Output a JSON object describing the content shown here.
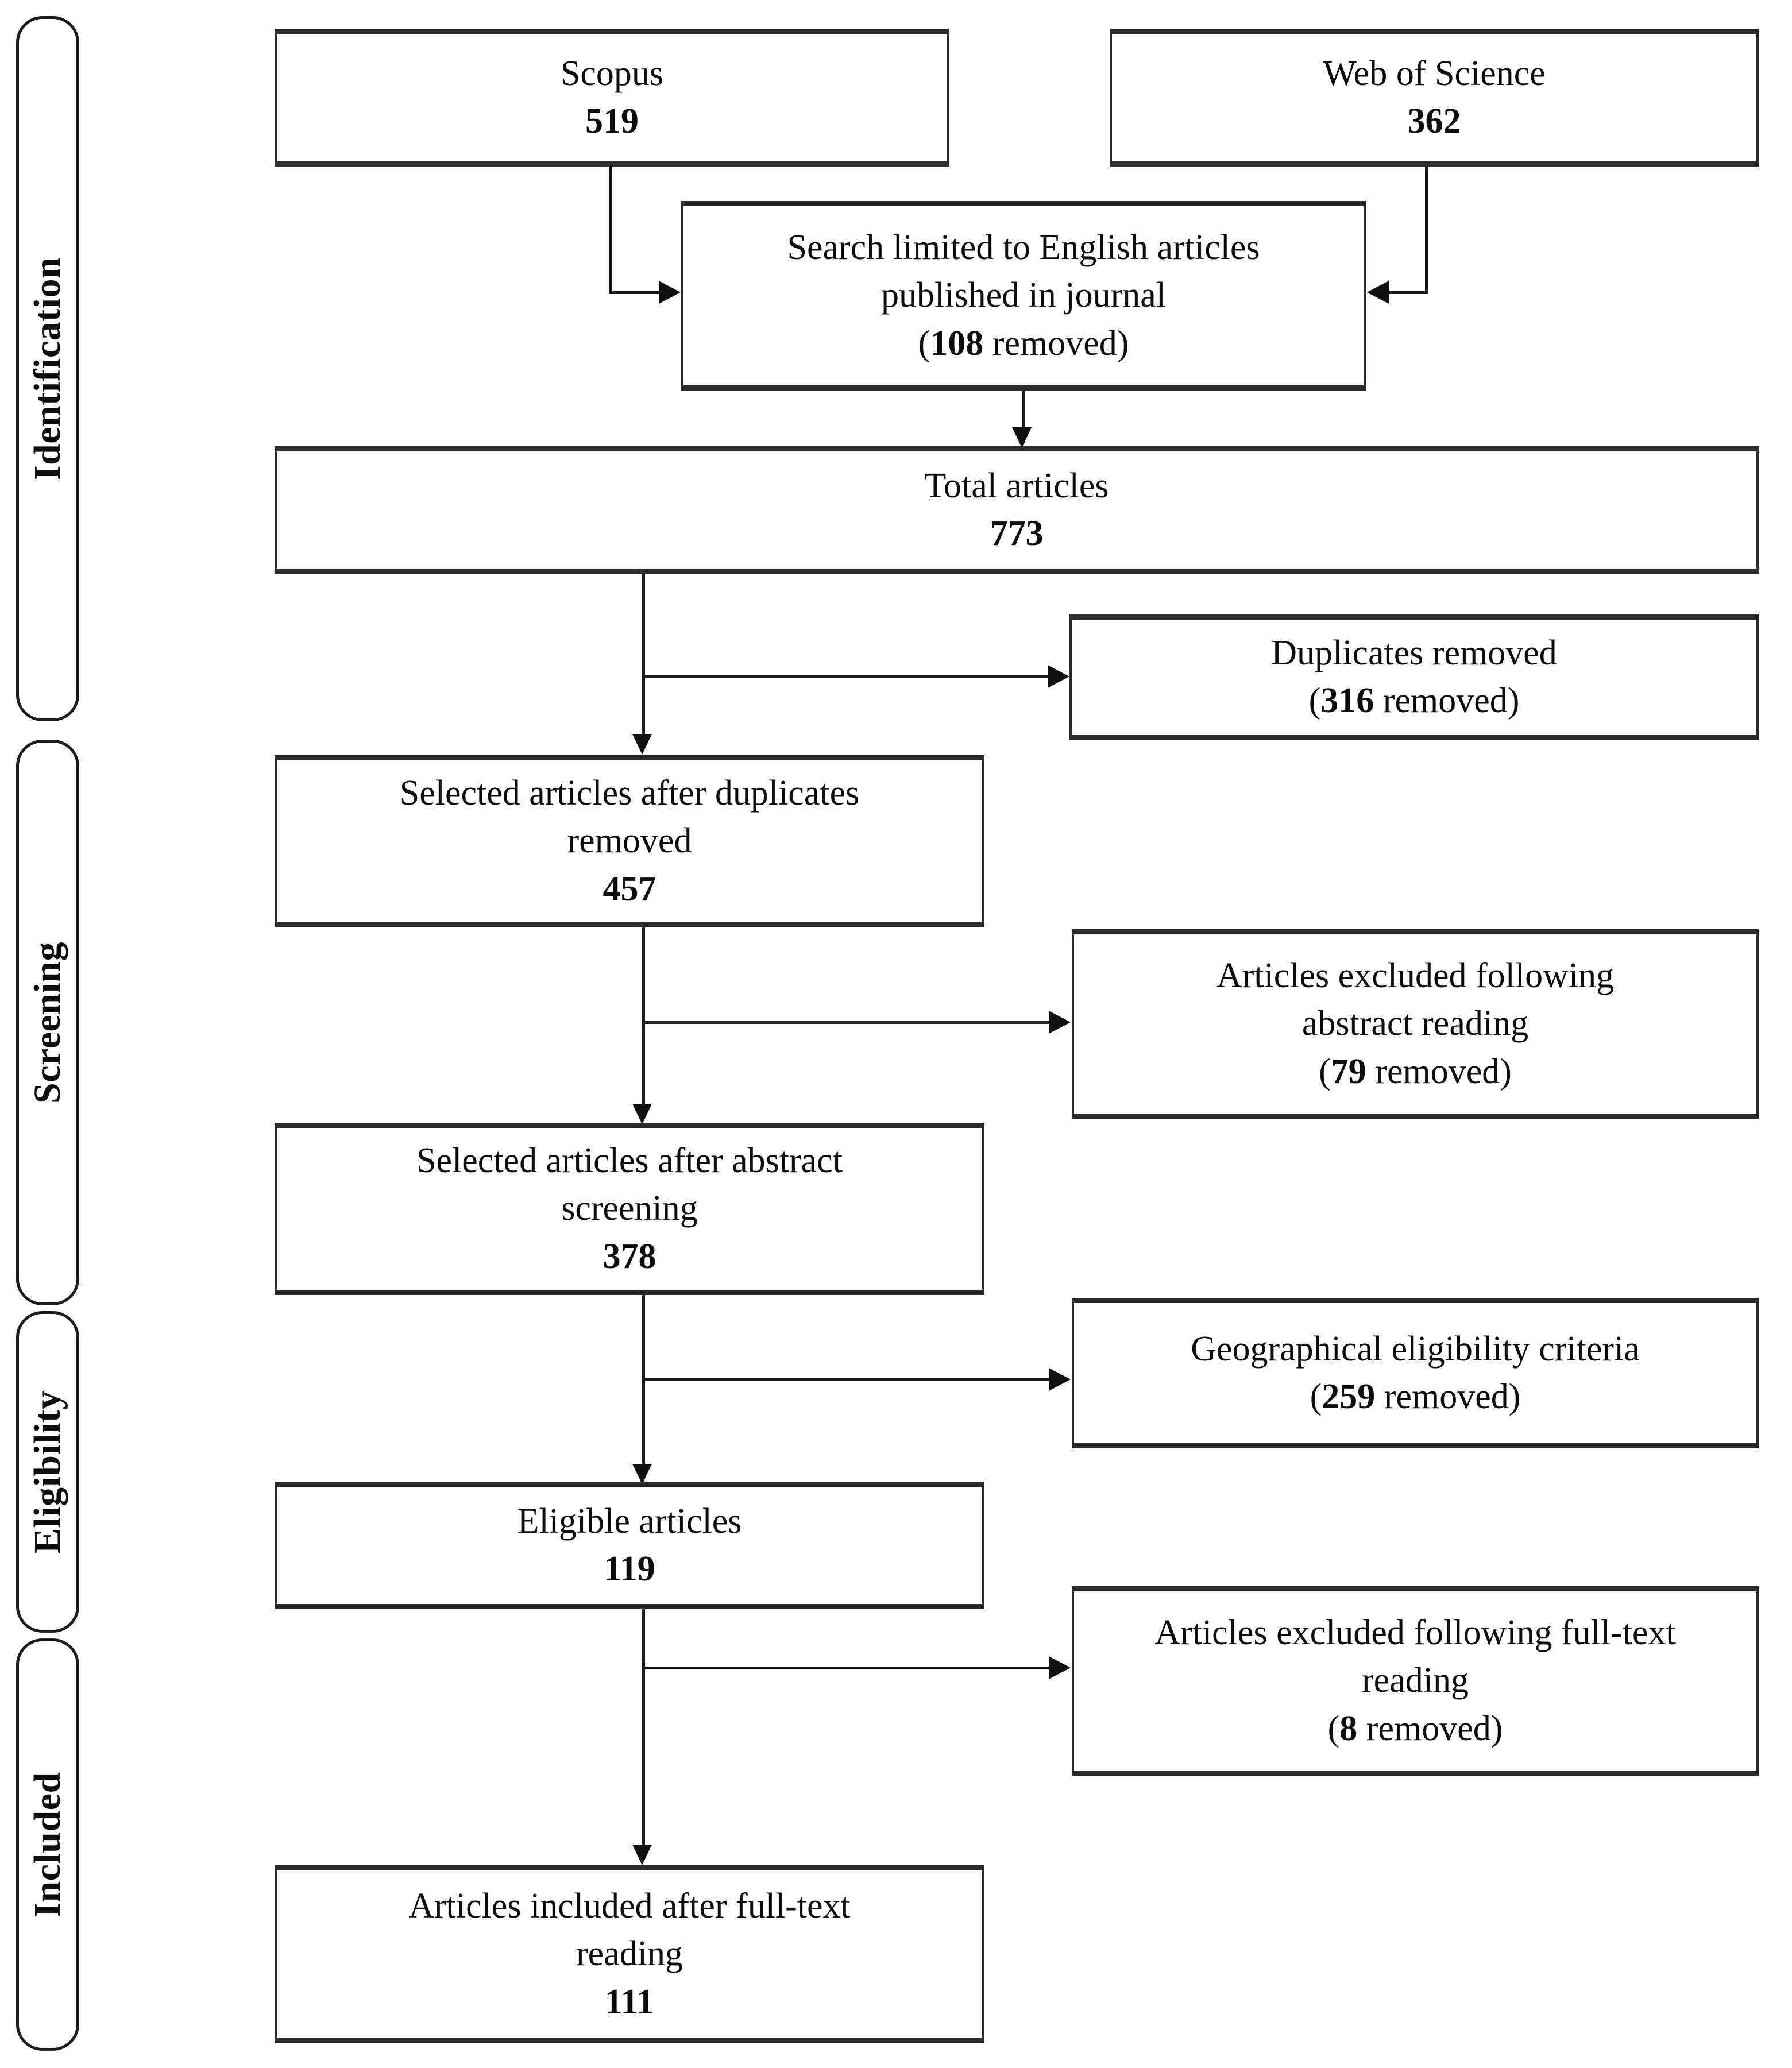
{
  "diagram": {
    "type": "PRISMA flow diagram",
    "stages": [
      {
        "id": "identification",
        "label": "Identification"
      },
      {
        "id": "screening",
        "label": "Screening"
      },
      {
        "id": "eligibility",
        "label": "Eligibility"
      },
      {
        "id": "included",
        "label": "Included"
      }
    ],
    "boxes": [
      {
        "id": "scopus",
        "stage": "identification",
        "column": "left",
        "lines": [
          "Scopus"
        ],
        "count": "519"
      },
      {
        "id": "web-of-science",
        "stage": "identification",
        "column": "right",
        "lines": [
          "Web of Science"
        ],
        "count": "362"
      },
      {
        "id": "search-limited",
        "stage": "identification",
        "column": "center",
        "lines": [
          "Search limited to English articles",
          "published in journal"
        ],
        "removed_prefix": "(",
        "removed_count": "108",
        "removed_suffix": " removed)"
      },
      {
        "id": "total-articles",
        "stage": "identification",
        "column": "full",
        "lines": [
          "Total articles"
        ],
        "count": "773"
      },
      {
        "id": "duplicates-removed",
        "stage": "identification",
        "column": "right",
        "lines": [
          "Duplicates removed"
        ],
        "removed_prefix": "(",
        "removed_count": "316",
        "removed_suffix": " removed)"
      },
      {
        "id": "selected-after-duplicates",
        "stage": "screening",
        "column": "left",
        "lines": [
          "Selected articles after duplicates",
          "removed"
        ],
        "count": "457"
      },
      {
        "id": "excluded-abstract",
        "stage": "screening",
        "column": "right",
        "lines": [
          "Articles excluded following",
          "abstract reading"
        ],
        "removed_prefix": "(",
        "removed_count": "79",
        "removed_suffix": " removed)"
      },
      {
        "id": "selected-after-abstract",
        "stage": "screening",
        "column": "left",
        "lines": [
          "Selected articles after abstract",
          "screening"
        ],
        "count": "378"
      },
      {
        "id": "geographical-eligibility",
        "stage": "eligibility",
        "column": "right",
        "lines": [
          "Geographical eligibility criteria"
        ],
        "removed_prefix": "(",
        "removed_count": "259",
        "removed_suffix": " removed)"
      },
      {
        "id": "eligible-articles",
        "stage": "eligibility",
        "column": "left",
        "lines": [
          "Eligible articles"
        ],
        "count": "119"
      },
      {
        "id": "excluded-fulltext",
        "stage": "included",
        "column": "right",
        "lines": [
          "Articles excluded following full-text",
          "reading"
        ],
        "removed_prefix": "(",
        "removed_count": "8",
        "removed_suffix": " removed)"
      },
      {
        "id": "included-fulltext",
        "stage": "included",
        "column": "left",
        "lines": [
          "Articles included after full-text",
          "reading"
        ],
        "count": "111"
      }
    ]
  },
  "chart_data": {
    "type": "diagram",
    "title": "PRISMA flow diagram",
    "nodes": [
      {
        "label": "Scopus",
        "value": 519
      },
      {
        "label": "Web of Science",
        "value": 362
      },
      {
        "label": "Search limited to English articles published in journal",
        "removed": 108
      },
      {
        "label": "Total articles",
        "value": 773
      },
      {
        "label": "Duplicates removed",
        "removed": 316
      },
      {
        "label": "Selected articles after duplicates removed",
        "value": 457
      },
      {
        "label": "Articles excluded following abstract reading",
        "removed": 79
      },
      {
        "label": "Selected articles after abstract screening",
        "value": 378
      },
      {
        "label": "Geographical eligibility criteria",
        "removed": 259
      },
      {
        "label": "Eligible articles",
        "value": 119
      },
      {
        "label": "Articles excluded following full-text reading",
        "removed": 8
      },
      {
        "label": "Articles included after full-text reading",
        "value": 111
      }
    ]
  }
}
